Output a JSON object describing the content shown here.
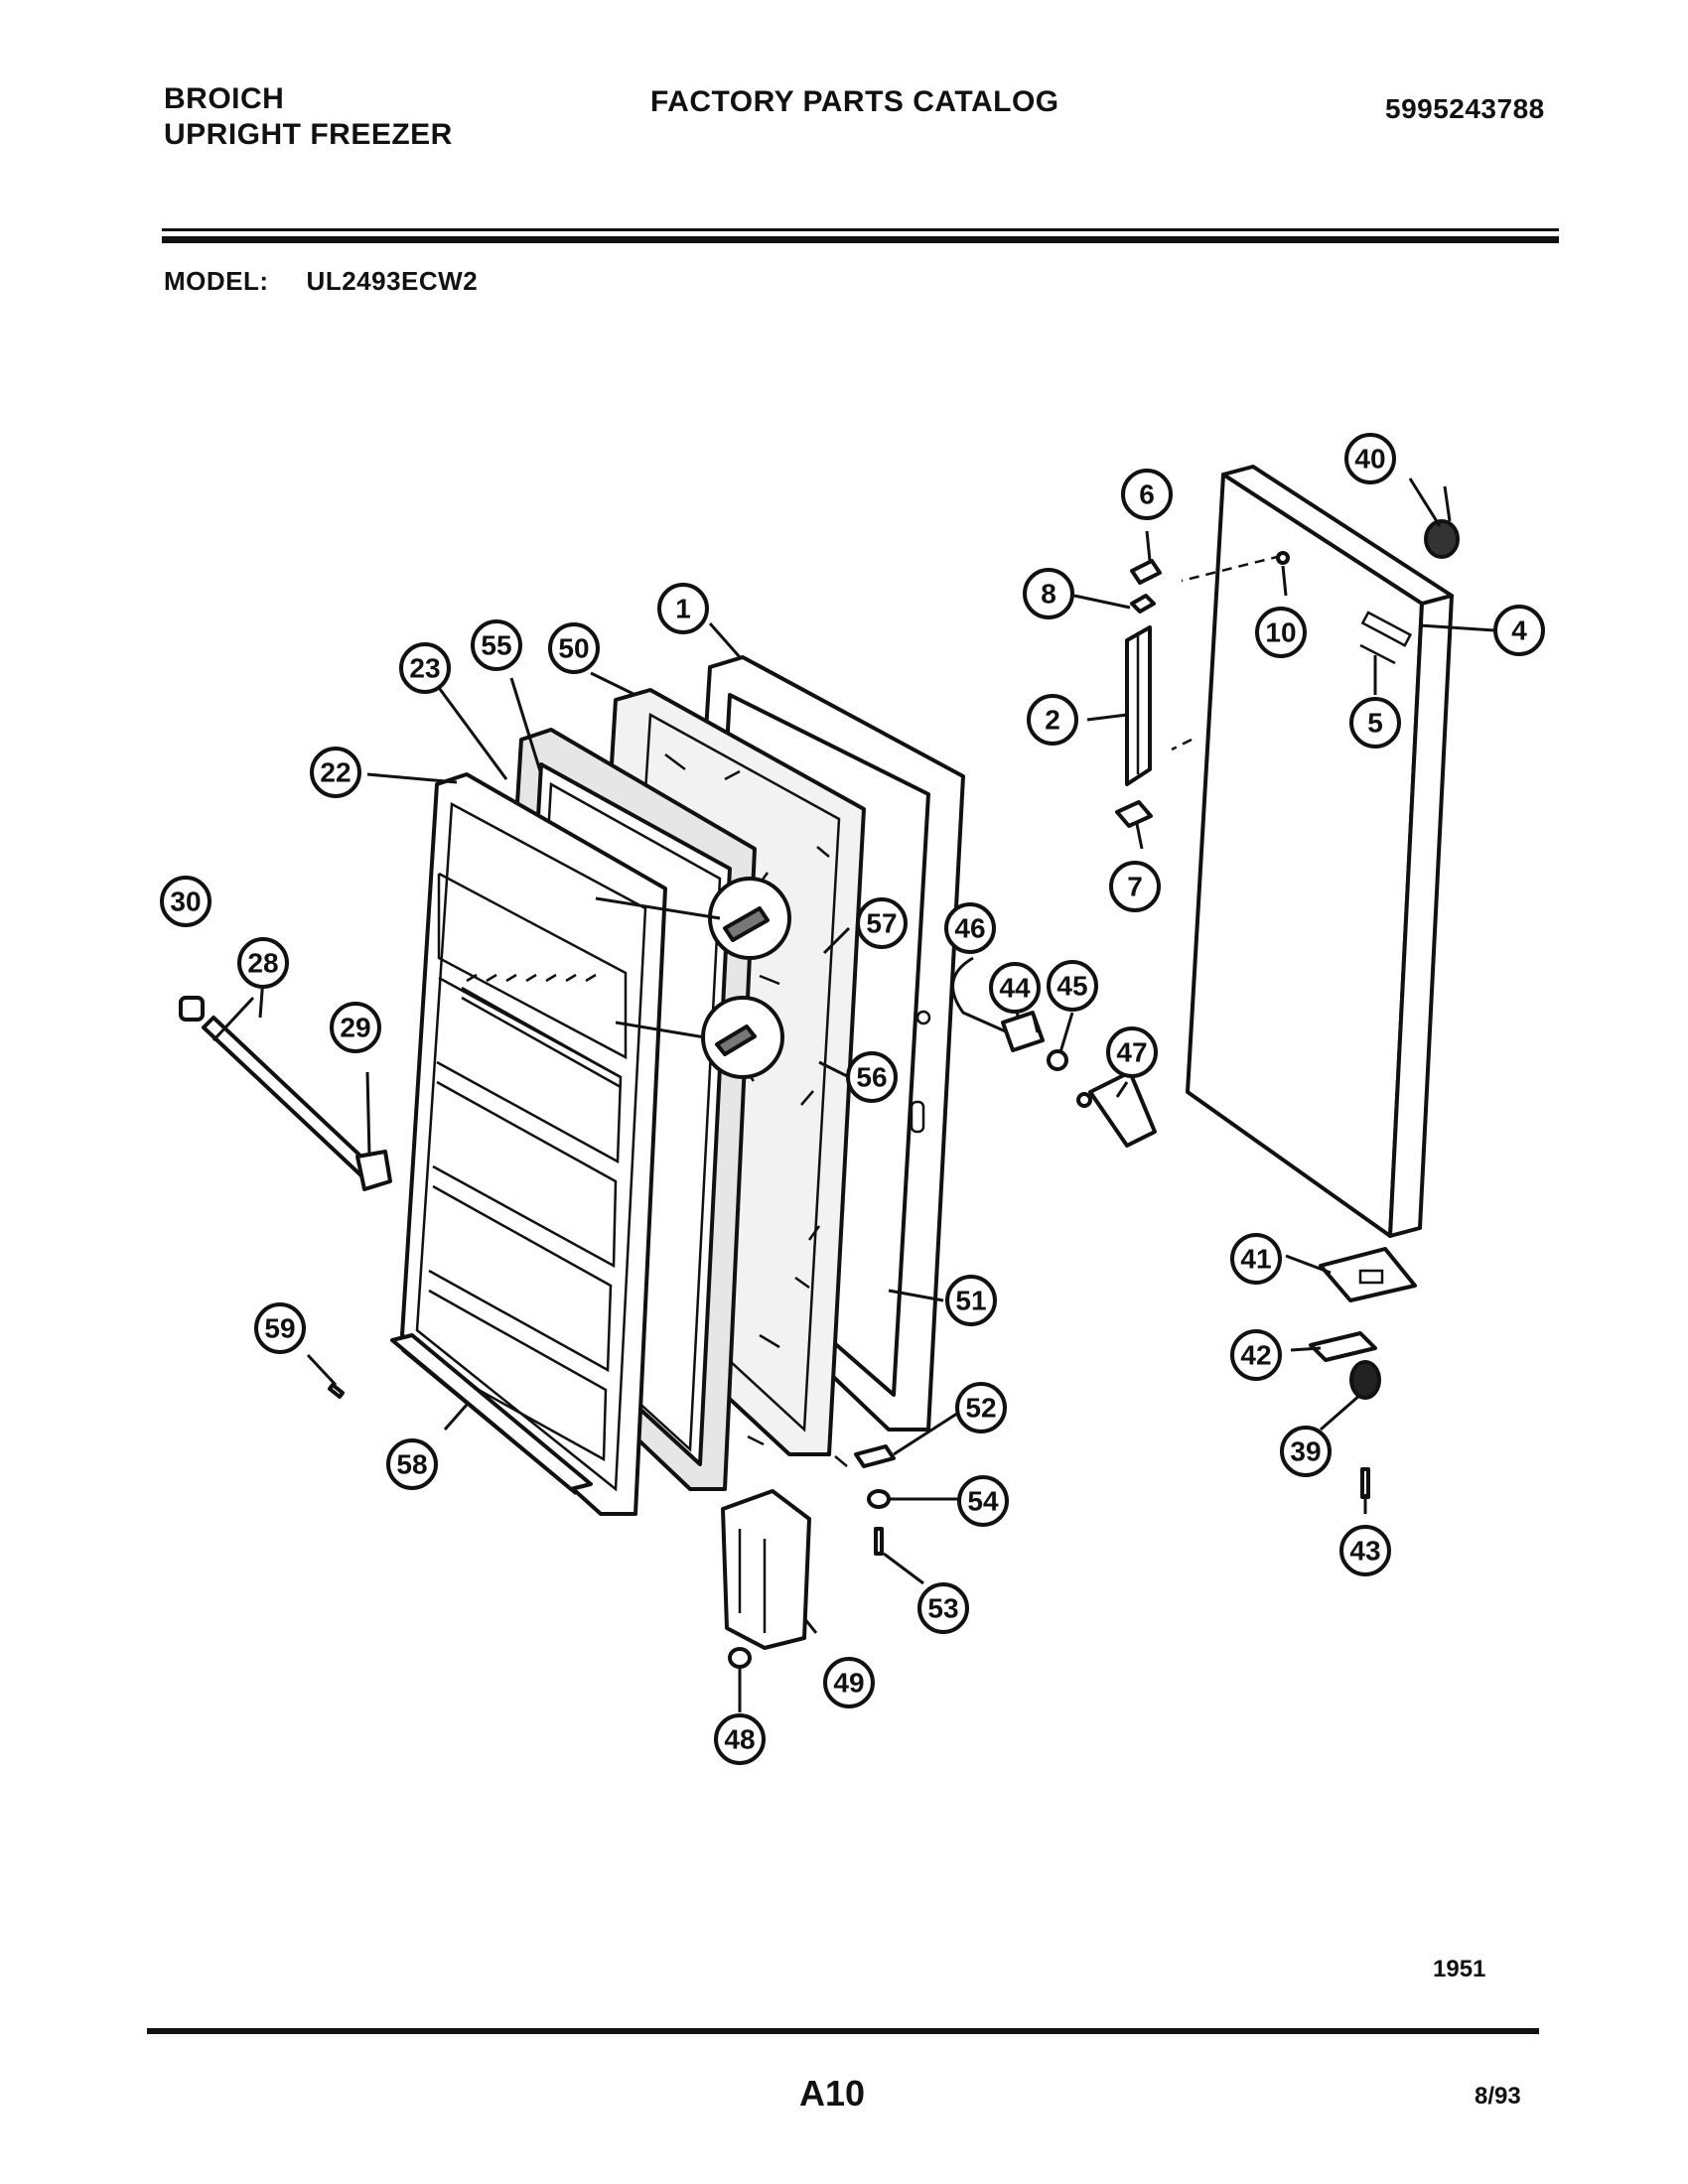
{
  "header": {
    "brand_line1": "BROICH",
    "brand_line2": "UPRIGHT FREEZER",
    "catalog_title": "FACTORY PARTS CATALOG",
    "part_number": "5995243788",
    "model_label": "MODEL:",
    "model_value": "UL2493ECW2"
  },
  "footer": {
    "figure_code": "1951",
    "page": "A10",
    "date": "8/93"
  },
  "callouts": [
    "1",
    "2",
    "4",
    "5",
    "6",
    "7",
    "8",
    "10",
    "22",
    "23",
    "28",
    "29",
    "30",
    "39",
    "40",
    "41",
    "42",
    "43",
    "44",
    "45",
    "46",
    "47",
    "48",
    "49",
    "50",
    "51",
    "52",
    "53",
    "54",
    "55",
    "56",
    "57",
    "58",
    "59"
  ]
}
